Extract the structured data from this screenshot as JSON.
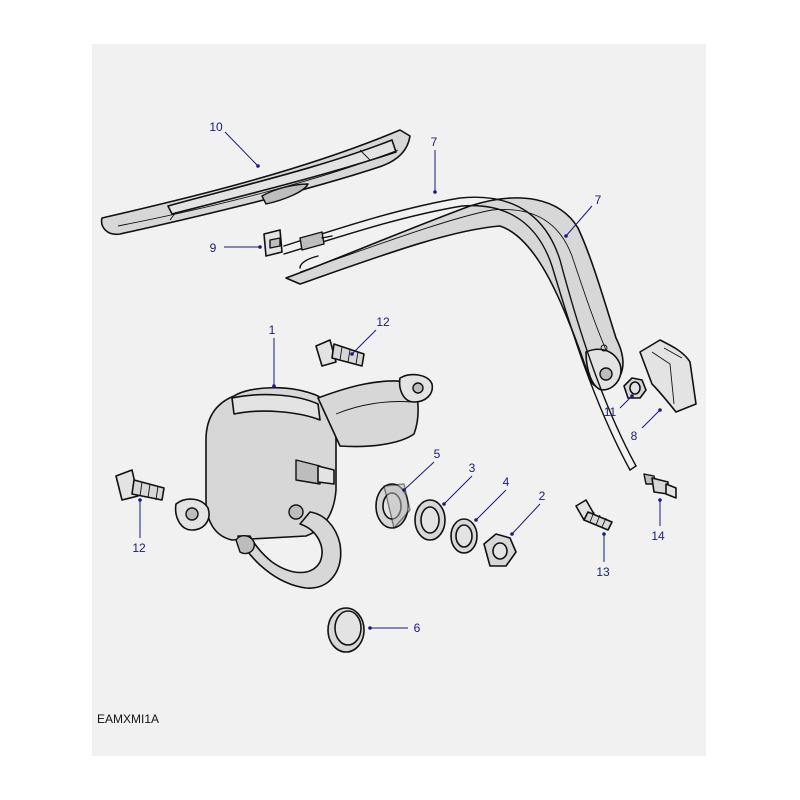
{
  "diagram": {
    "reference_code": "EAMXMI1A",
    "callouts": [
      {
        "id": "c1",
        "label": "1"
      },
      {
        "id": "c2",
        "label": "2"
      },
      {
        "id": "c3",
        "label": "3"
      },
      {
        "id": "c4",
        "label": "4"
      },
      {
        "id": "c5",
        "label": "5"
      },
      {
        "id": "c6",
        "label": "6"
      },
      {
        "id": "c7a",
        "label": "7"
      },
      {
        "id": "c7b",
        "label": "7"
      },
      {
        "id": "c8",
        "label": "8"
      },
      {
        "id": "c9",
        "label": "9"
      },
      {
        "id": "c10",
        "label": "10"
      },
      {
        "id": "c11",
        "label": "11"
      },
      {
        "id": "c12a",
        "label": "12"
      },
      {
        "id": "c12b",
        "label": "12"
      },
      {
        "id": "c13",
        "label": "13"
      },
      {
        "id": "c14",
        "label": "14"
      }
    ],
    "colors": {
      "callout": "#1a1a7a",
      "panel": "#f1f1f1",
      "linework": "#111111"
    }
  }
}
